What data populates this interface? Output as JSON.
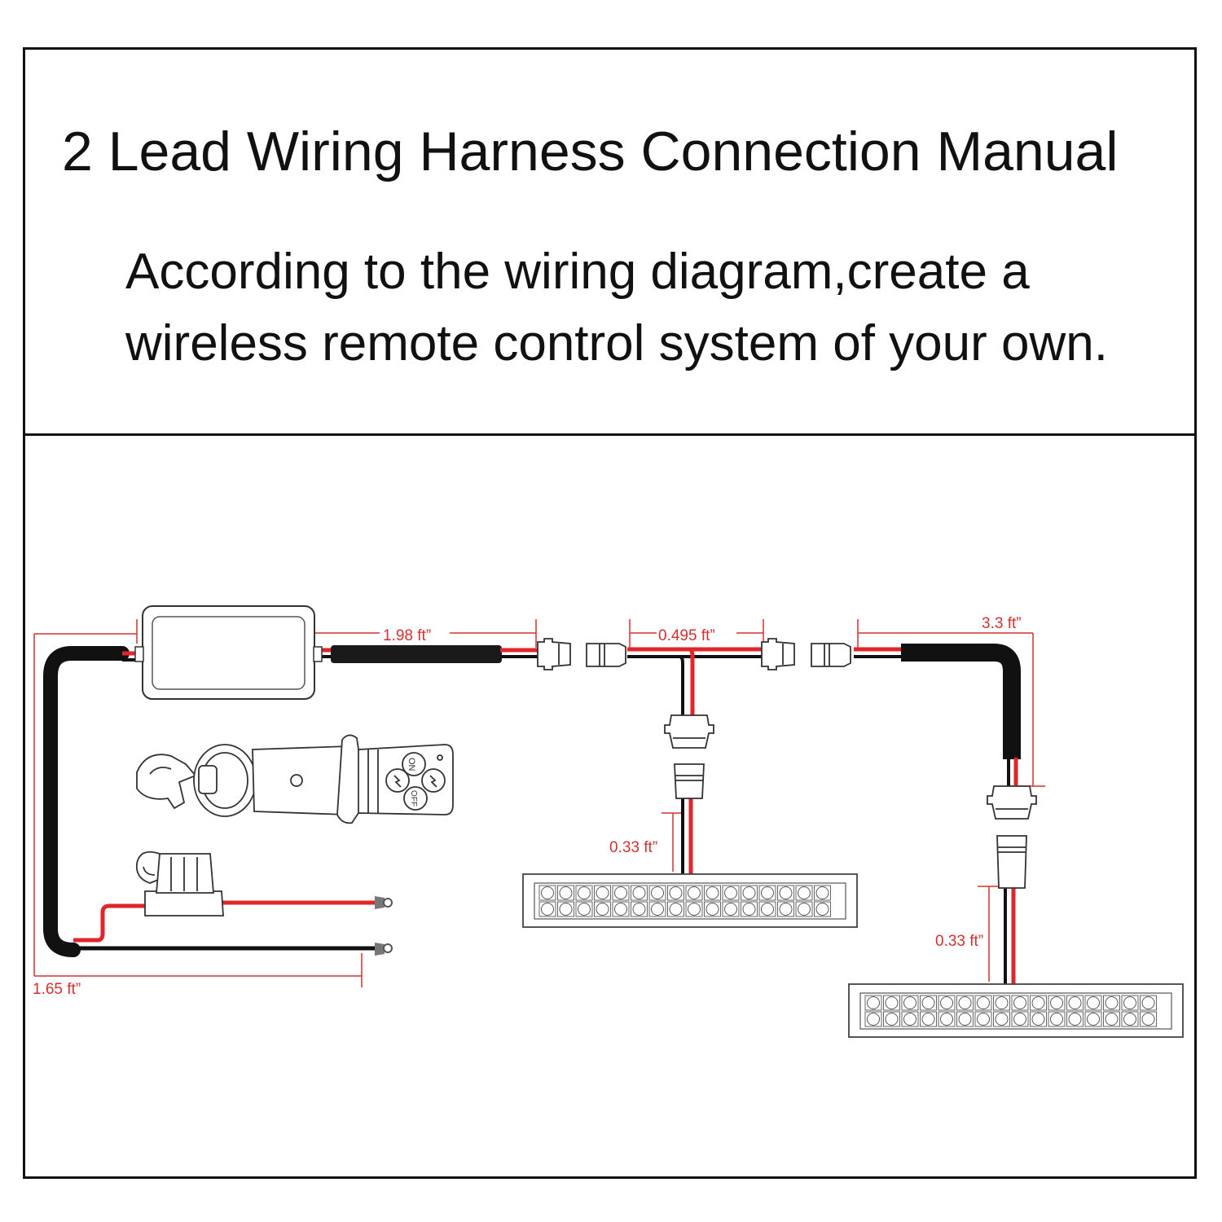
{
  "header": {
    "title": "2 Lead Wiring Harness Connection Manual",
    "subtitle_line1": "According to the wiring diagram,create a",
    "subtitle_line2": "wireless remote control system of your own."
  },
  "diagram": {
    "dimensions": {
      "controller_to_connector": "1.98 ft”",
      "splitter": "0.495 ft”",
      "to_second_light": "3.3 ft”",
      "first_light_lead": "0.33 ft”",
      "second_light_lead": "0.33 ft”",
      "power_lead": "1.65 ft”"
    },
    "remote": {
      "btn_on": "ON",
      "btn_off": "OFF"
    },
    "colors": {
      "positive_wire": "#e0262b",
      "negative_wire": "#111111",
      "dimension": "#d5302f"
    },
    "icons": [
      "controller-box-icon",
      "remote-fob-icon",
      "fuse-holder-icon",
      "connector-icon",
      "led-light-bar-icon",
      "ring-terminal-icon"
    ]
  }
}
